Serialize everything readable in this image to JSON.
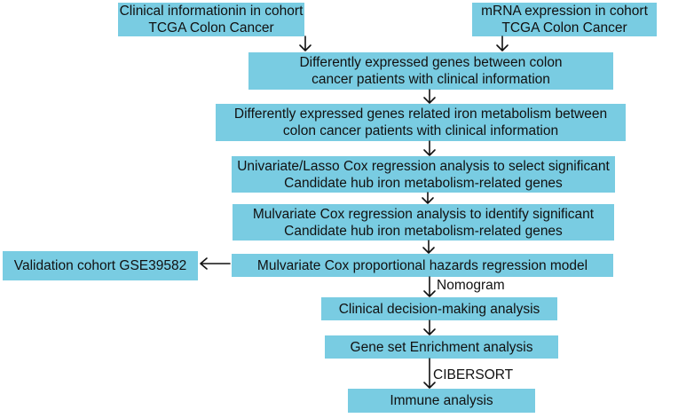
{
  "boxes": {
    "clinical_info": [
      "Clinical informationin in cohort",
      "TCGA Colon Cancer"
    ],
    "mrna_expression": [
      "mRNA expression in cohort",
      "TCGA Colon Cancer"
    ],
    "deg": [
      "Differently expressed genes between colon",
      "cancer patients with clinical information"
    ],
    "deg_iron": [
      "Differently expressed genes related iron metabolism between",
      "colon cancer patients with clinical information"
    ],
    "univariate_lasso": [
      "Univariate/Lasso Cox regression analysis to select significant",
      "Candidate hub iron metabolism-related genes"
    ],
    "multivariate_cox": [
      "Mulvariate Cox regression analysis to identify significant",
      "Candidate hub iron metabolism-related genes"
    ],
    "hazards_model": [
      "Mulvariate Cox proportional hazards regression model"
    ],
    "validation": [
      "Validation cohort GSE39582"
    ],
    "decision_making": [
      "Clinical decision-making analysis"
    ],
    "gsea": [
      "Gene set Enrichment analysis"
    ],
    "immune": [
      "Immune analysis"
    ]
  },
  "edge_labels": {
    "nomogram": "Nomogram",
    "cibersort": "CIBERSORT"
  },
  "colors": {
    "box_fill": "#79CCE2",
    "text": "#111111",
    "arrow": "#111111"
  }
}
